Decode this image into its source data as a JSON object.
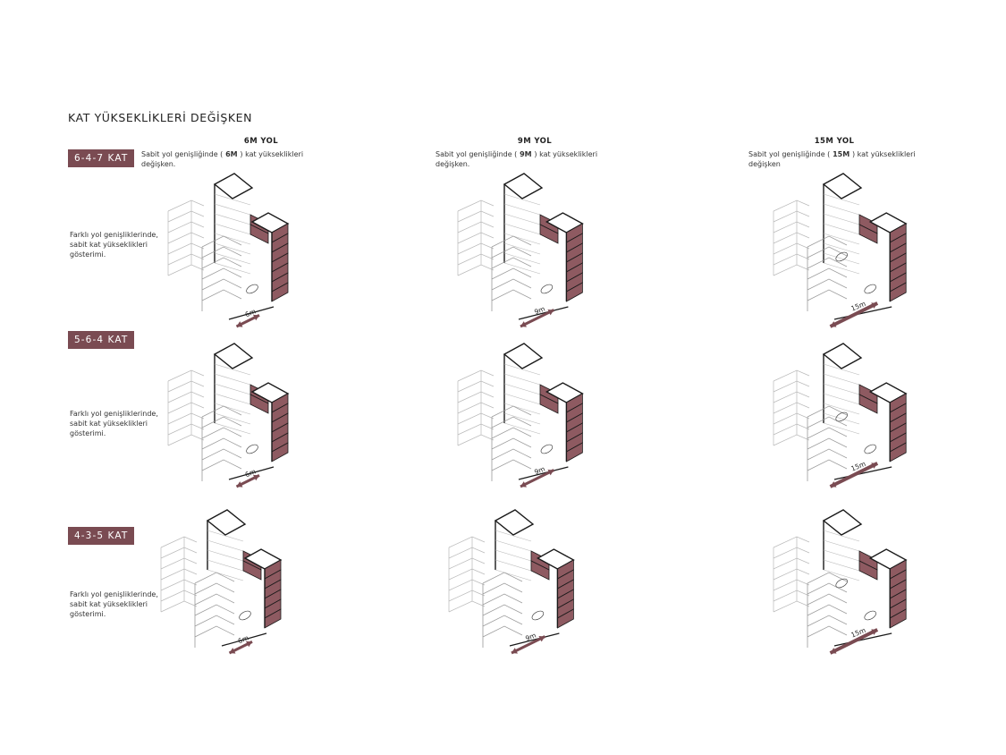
{
  "page": {
    "title": "KAT YÜKSEKLİKLERİ DEĞİŞKEN"
  },
  "colors": {
    "accent": "#7a4b52",
    "accent_fill": "#8e5a61",
    "line_dark": "#1a1a1a",
    "line_light": "#b9b9b9"
  },
  "columns": [
    {
      "heading": "6M YOL",
      "desc_pre": "Sabit yol genişliğinde (",
      "desc_bold": " 6M ",
      "desc_post": ") kat yükseklikleri değişken.",
      "road_label": "6m"
    },
    {
      "heading": "9M YOL",
      "desc_pre": "Sabit yol genişliğinde (",
      "desc_bold": " 9M ",
      "desc_post": ") kat yükseklikleri değişken.",
      "road_label": "9m"
    },
    {
      "heading": "15M YOL",
      "desc_pre": "Sabit yol genişliğinde (",
      "desc_bold": " 15M ",
      "desc_post": ") kat yükseklikleri değişken",
      "road_label": "15m"
    }
  ],
  "rows": [
    {
      "label": "6-4-7 KAT",
      "note": "Farklı yol genişliklerinde, sabit kat yükseklikleri gösterimi."
    },
    {
      "label": "5-6-4 KAT",
      "note": "Farklı yol genişliklerinde, sabit kat yükseklikleri gösterimi."
    },
    {
      "label": "4-3-5 KAT",
      "note": "Farklı yol genişliklerinde, sabit kat yükseklikleri gösterimi."
    }
  ]
}
